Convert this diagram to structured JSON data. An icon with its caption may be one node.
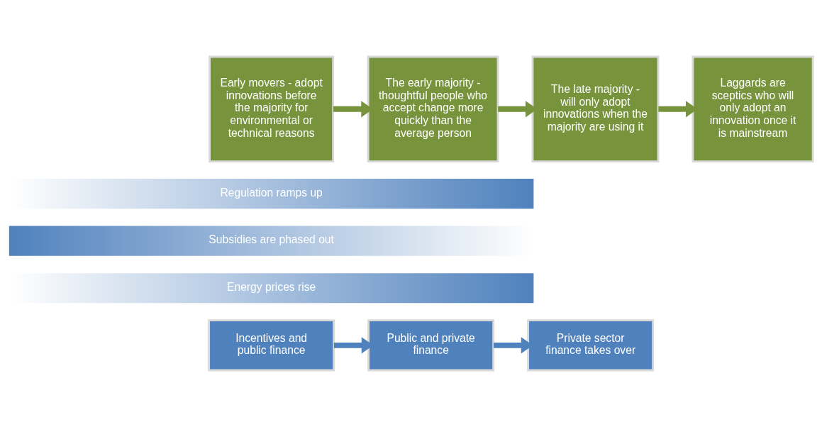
{
  "diagram": {
    "nodes": [
      {
        "text": [
          "Early movers - adopt innovations before the majority for environmental or technical reasons"
        ]
      },
      {
        "text": [
          "The early majority - thoughtful people who accept change more quickly than the average person"
        ]
      },
      {
        "text": [
          "The late majority - will only adopt innovations when the majority are using it"
        ]
      },
      {
        "text": [
          "Laggards are sceptics who will only adopt an innovation once it is mainstream"
        ]
      },
      {
        "text": [
          "Regulation ramps up"
        ]
      },
      {
        "text": [
          "Subsidies are phased out"
        ]
      },
      {
        "text": [
          "Energy prices rise"
        ]
      },
      {
        "text": [
          "Incentives and public finance"
        ]
      },
      {
        "text": [
          "Public and private finance"
        ]
      },
      {
        "text": [
          "Private sector finance takes over"
        ]
      }
    ],
    "edges": [
      {
        "from": 0,
        "to": 1,
        "arrow": "to"
      },
      {
        "from": 1,
        "to": 2,
        "arrow": "to"
      },
      {
        "from": 2,
        "to": 3,
        "arrow": "to"
      },
      {
        "from": 7,
        "to": 8,
        "arrow": "to",
        "color": "#4f81bd"
      },
      {
        "from": 8,
        "to": 9,
        "arrow": "to",
        "color": "#4f81bd"
      }
    ]
  }
}
